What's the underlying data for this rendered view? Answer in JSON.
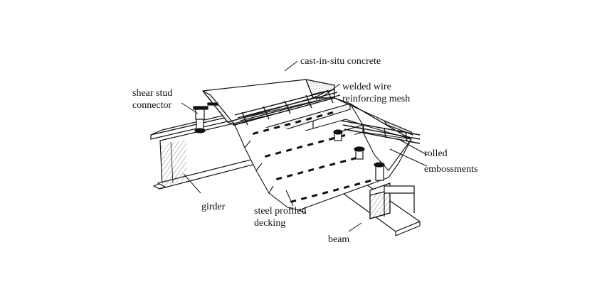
{
  "labels": {
    "concrete": "cast-in-situ concrete",
    "mesh_line1": "welded wire",
    "mesh_line2": "reinforcing mesh",
    "stud_line1": "shear stud",
    "stud_line2": "connector",
    "rolled_line1": "rolled",
    "rolled_line2": "embossments",
    "girder": "girder",
    "decking_line1": "steel profiled",
    "decking_line2": "decking",
    "beam": "beam"
  }
}
